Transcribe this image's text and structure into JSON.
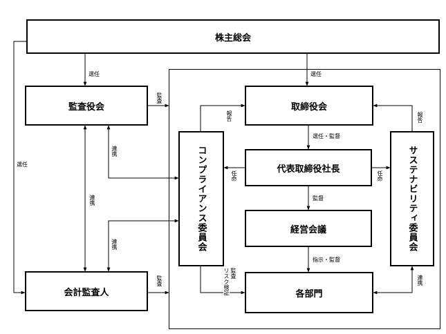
{
  "boxes": {
    "shareholders": "株主総会",
    "audit_board": "監査役会",
    "accounting_auditor": "会計監査人",
    "board": "取締役会",
    "president": "代表取締役社長",
    "management_meeting": "経営会議",
    "departments": "各部門",
    "compliance_committee": "コンプライアンス委員会",
    "sustainability_committee": "サステナビリティ委員会"
  },
  "labels": {
    "elect_audit_board": "選任",
    "elect_board": "選任",
    "elect_accounting": "選任",
    "audit_from_audit_board": "監査",
    "audit_from_accountant": "監査",
    "cooperation_upper": "連携",
    "cooperation_vertical": "連携",
    "cooperation_lower": "連携",
    "report_compliance": "報告",
    "report_sustainability": "報告",
    "appoint_compliance": "任命",
    "appoint_sustainability": "任命",
    "elect_supervise": "選任・監督",
    "supervise": "監督",
    "instruct_supervise": "指示・監督",
    "audit_risk_1": "監査",
    "audit_risk_2": "リスク検証",
    "cooperation_sustainability": "連携"
  }
}
